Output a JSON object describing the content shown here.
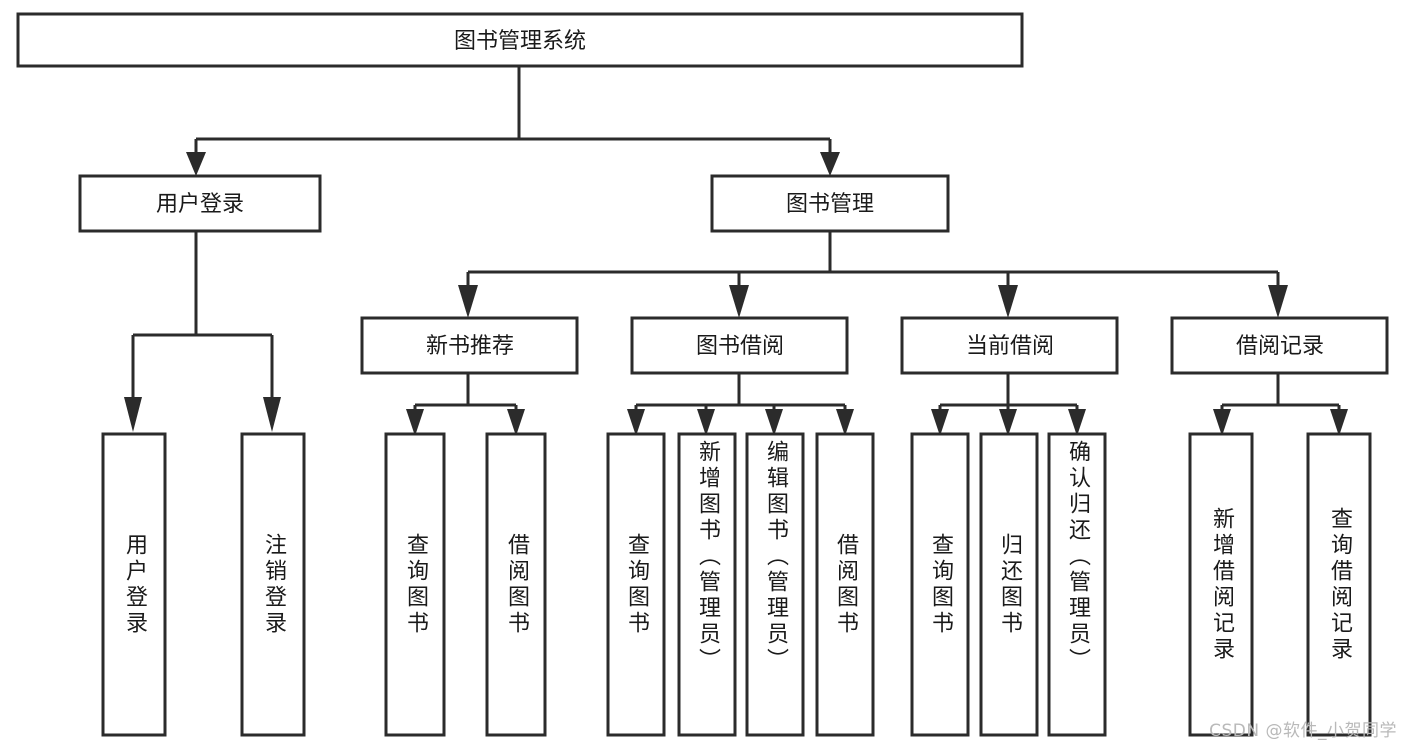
{
  "diagram": {
    "type": "hierarchy-tree",
    "title": "图书管理系统",
    "watermark": "CSDN @软件_小贺同学",
    "colors": {
      "box_stroke": "#2b2b2b",
      "box_fill": "#ffffff",
      "text": "#1a1a1a",
      "background": "#ffffff",
      "watermark": "#b9b9b9"
    },
    "levels": {
      "root": {
        "label": "图书管理系统"
      },
      "level2": [
        {
          "id": "user-login",
          "label": "用户登录"
        },
        {
          "id": "book-manage",
          "label": "图书管理"
        }
      ],
      "level3": [
        {
          "id": "new-book-recommend",
          "label": "新书推荐",
          "parent": "book-manage"
        },
        {
          "id": "book-borrow",
          "label": "图书借阅",
          "parent": "book-manage"
        },
        {
          "id": "current-borrow",
          "label": "当前借阅",
          "parent": "book-manage"
        },
        {
          "id": "borrow-record",
          "label": "借阅记录",
          "parent": "book-manage"
        }
      ],
      "leaves": [
        {
          "id": "leaf-user-login",
          "label": "用户登录",
          "parent": "user-login"
        },
        {
          "id": "leaf-logout",
          "label": "注销登录",
          "parent": "user-login"
        },
        {
          "id": "leaf-query-book-1",
          "label": "查询图书",
          "parent": "new-book-recommend"
        },
        {
          "id": "leaf-borrow-book-1",
          "label": "借阅图书",
          "parent": "new-book-recommend"
        },
        {
          "id": "leaf-query-book-2",
          "label": "查询图书",
          "parent": "book-borrow"
        },
        {
          "id": "leaf-add-book",
          "label": "新增图书（管理员）",
          "parent": "book-borrow"
        },
        {
          "id": "leaf-edit-book",
          "label": "编辑图书（管理员）",
          "parent": "book-borrow"
        },
        {
          "id": "leaf-borrow-book-2",
          "label": "借阅图书",
          "parent": "book-borrow"
        },
        {
          "id": "leaf-query-book-3",
          "label": "查询图书",
          "parent": "current-borrow"
        },
        {
          "id": "leaf-return-book",
          "label": "归还图书",
          "parent": "current-borrow"
        },
        {
          "id": "leaf-confirm-return",
          "label": "确认归还（管理员）",
          "parent": "current-borrow"
        },
        {
          "id": "leaf-add-record",
          "label": "新增借阅记录",
          "parent": "borrow-record"
        },
        {
          "id": "leaf-query-record",
          "label": "查询借阅记录",
          "parent": "borrow-record"
        }
      ]
    }
  }
}
